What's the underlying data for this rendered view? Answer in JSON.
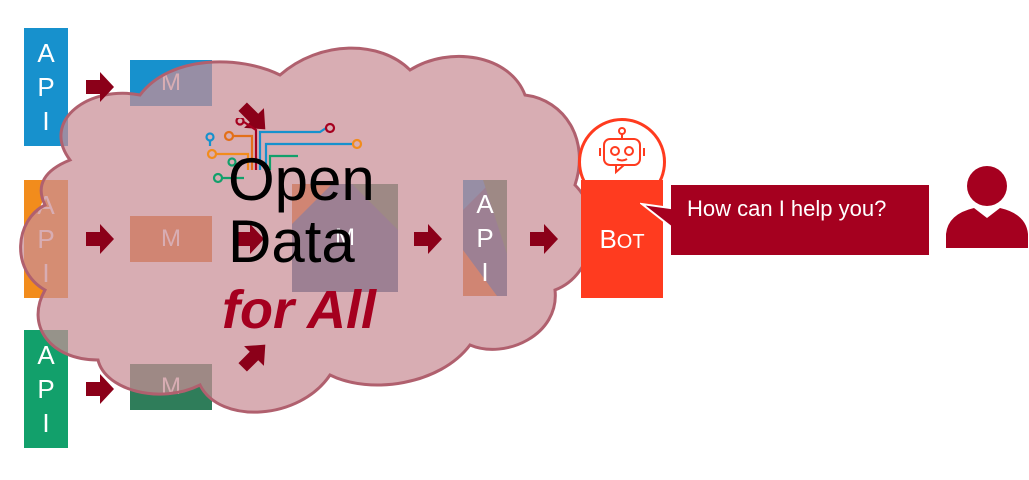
{
  "api_boxes": [
    {
      "letters": [
        "A",
        "P",
        "I"
      ],
      "color": "#1791cd"
    },
    {
      "letters": [
        "A",
        "P",
        "I"
      ],
      "color": "#f28c1c"
    },
    {
      "letters": [
        "A",
        "P",
        "I"
      ],
      "color": "#12a06b"
    }
  ],
  "m_boxes": [
    {
      "label": "M",
      "color": "#1791cd"
    },
    {
      "label": "M",
      "color": "#e36f19"
    },
    {
      "label": "M",
      "color": "#2f7d5a"
    }
  ],
  "merged_m": {
    "label": "M"
  },
  "merged_api": {
    "letters": [
      "A",
      "P",
      "I"
    ]
  },
  "logo": {
    "line1": "Open",
    "line2": "Data",
    "line3": "for All"
  },
  "bot": {
    "label_big": "B",
    "label_small": "OT",
    "color": "#ff3b1f"
  },
  "speech": {
    "text": "How can I help you?",
    "color": "#a5001f"
  },
  "colors": {
    "arrow": "#8b0019",
    "cloud_fill": "#c98d96",
    "cloud_stroke": "#b0606e",
    "user": "#a5001f"
  }
}
